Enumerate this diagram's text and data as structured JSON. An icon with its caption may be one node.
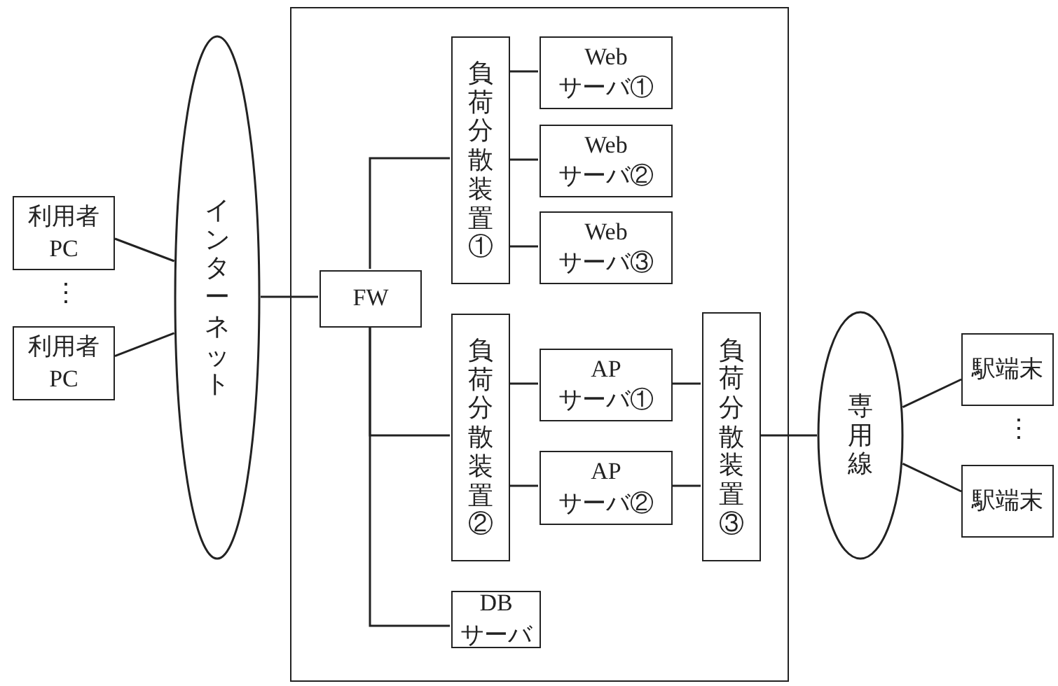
{
  "diagram": {
    "nodes": [
      {
        "text": [
          "利用者 PC"
        ]
      },
      {
        "text": [
          "利用者 PC"
        ]
      },
      {
        "text": [
          "インターネット"
        ]
      },
      {
        "text": [],
        "shape": "box"
      },
      {
        "text": [
          "FW"
        ],
        "in": 3
      },
      {
        "text": [
          "負荷分散装置①"
        ],
        "in": 3
      },
      {
        "text": [
          "Web サーバ①"
        ],
        "in": 3
      },
      {
        "text": [
          "Web サーバ②"
        ],
        "in": 3
      },
      {
        "text": [
          "Web サーバ③"
        ],
        "in": 3
      },
      {
        "text": [
          "負荷分散装置②"
        ],
        "in": 3
      },
      {
        "text": [
          "AP サーバ①"
        ],
        "in": 3
      },
      {
        "text": [
          "AP サーバ②"
        ],
        "in": 3
      },
      {
        "text": [
          "負荷分散装置③"
        ],
        "in": 3
      },
      {
        "text": [
          "DB サーバ"
        ],
        "in": 3
      },
      {
        "text": [
          "専用線"
        ]
      },
      {
        "text": [
          "駅端末"
        ]
      },
      {
        "text": [
          "駅端末"
        ]
      }
    ],
    "edges": [
      {
        "from": 0,
        "to": 2,
        "arrow": "none"
      },
      {
        "from": 1,
        "to": 2,
        "arrow": "none"
      },
      {
        "from": 2,
        "to": 4,
        "arrow": "none"
      },
      {
        "from": 4,
        "to": 5,
        "arrow": "none"
      },
      {
        "from": 4,
        "to": 9,
        "arrow": "none"
      },
      {
        "from": 4,
        "to": 13,
        "arrow": "none"
      },
      {
        "from": 5,
        "to": 6,
        "arrow": "none"
      },
      {
        "from": 5,
        "to": 7,
        "arrow": "none"
      },
      {
        "from": 5,
        "to": 8,
        "arrow": "none"
      },
      {
        "from": 9,
        "to": 10,
        "arrow": "none"
      },
      {
        "from": 9,
        "to": 11,
        "arrow": "none"
      },
      {
        "from": 10,
        "to": 12,
        "arrow": "none"
      },
      {
        "from": 11,
        "to": 12,
        "arrow": "none"
      },
      {
        "from": 12,
        "to": 14,
        "arrow": "none"
      },
      {
        "from": 14,
        "to": 15,
        "arrow": "none"
      },
      {
        "from": 14,
        "to": 16,
        "arrow": "none"
      }
    ],
    "labels": [
      "⋮",
      "⋮"
    ]
  }
}
